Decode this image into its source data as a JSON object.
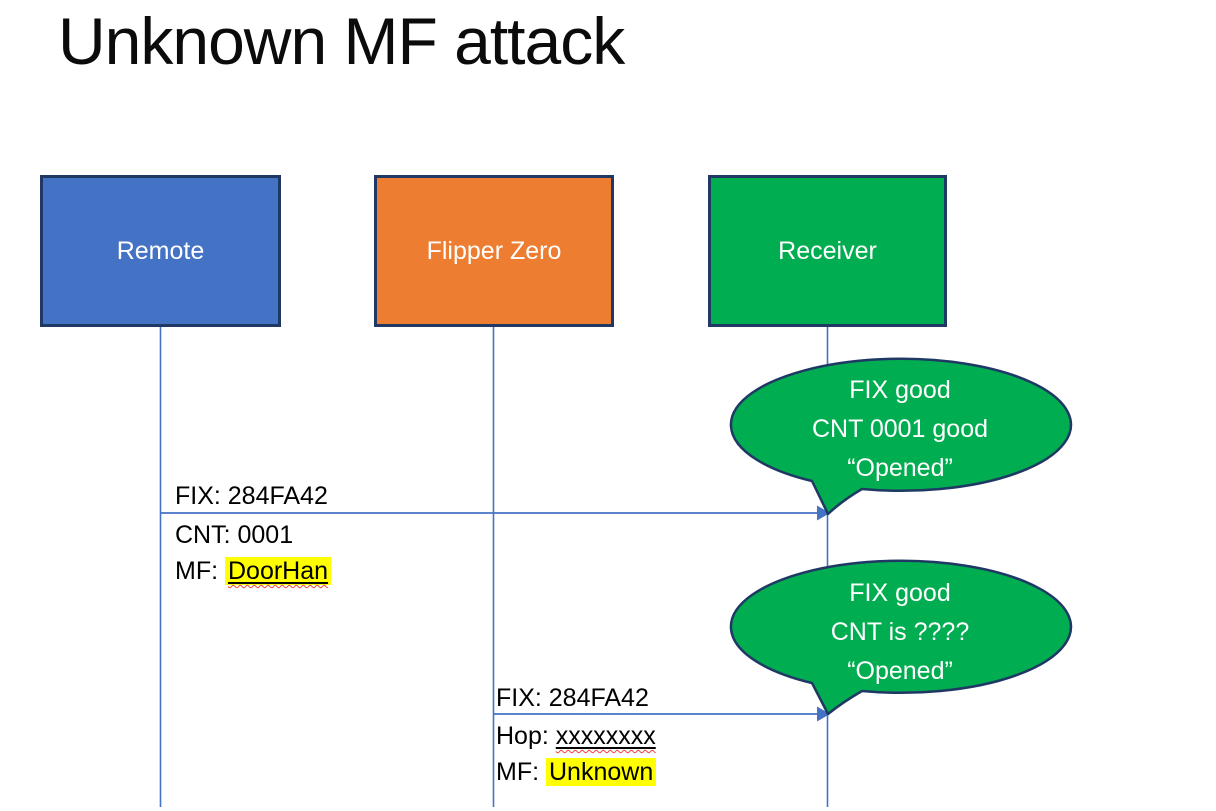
{
  "title": "Unknown MF attack",
  "actors": [
    {
      "label": "Remote",
      "fill": "#4472C4"
    },
    {
      "label": "Flipper Zero",
      "fill": "#ED7D31"
    },
    {
      "label": "Receiver",
      "fill": "#00AD50"
    }
  ],
  "messages": [
    {
      "from": "Remote",
      "to": "Receiver",
      "above": "FIX: 284FA42",
      "below_line1": "CNT: 0001",
      "below_line2_prefix": "MF: ",
      "below_line2_value": "DoorHan"
    },
    {
      "from": "Flipper Zero",
      "to": "Receiver",
      "above": "FIX: 284FA42",
      "below_line1_prefix": "Hop: ",
      "below_line1_value": "xxxxxxxx",
      "below_line2_prefix": "MF: ",
      "below_line2_value": "Unknown"
    }
  ],
  "callouts": [
    {
      "speaker": "Receiver",
      "lines": [
        "FIX good",
        "CNT 0001 good",
        "“Opened”"
      ]
    },
    {
      "speaker": "Receiver",
      "lines": [
        "FIX good",
        "CNT is ????",
        "“Opened”"
      ]
    }
  ],
  "colors": {
    "actor_border": "#1F3864",
    "lifeline": "#4472C4",
    "arrow": "#4472C4",
    "callout_fill": "#00AD50",
    "callout_border": "#1F3864",
    "highlight": "#FFFF00",
    "spellcheck_squiggle": "#F04134",
    "title_text": "#0B0B0B",
    "actor_text": "#FFFFFF",
    "callout_text": "#FFFFFF",
    "message_text": "#000000"
  }
}
